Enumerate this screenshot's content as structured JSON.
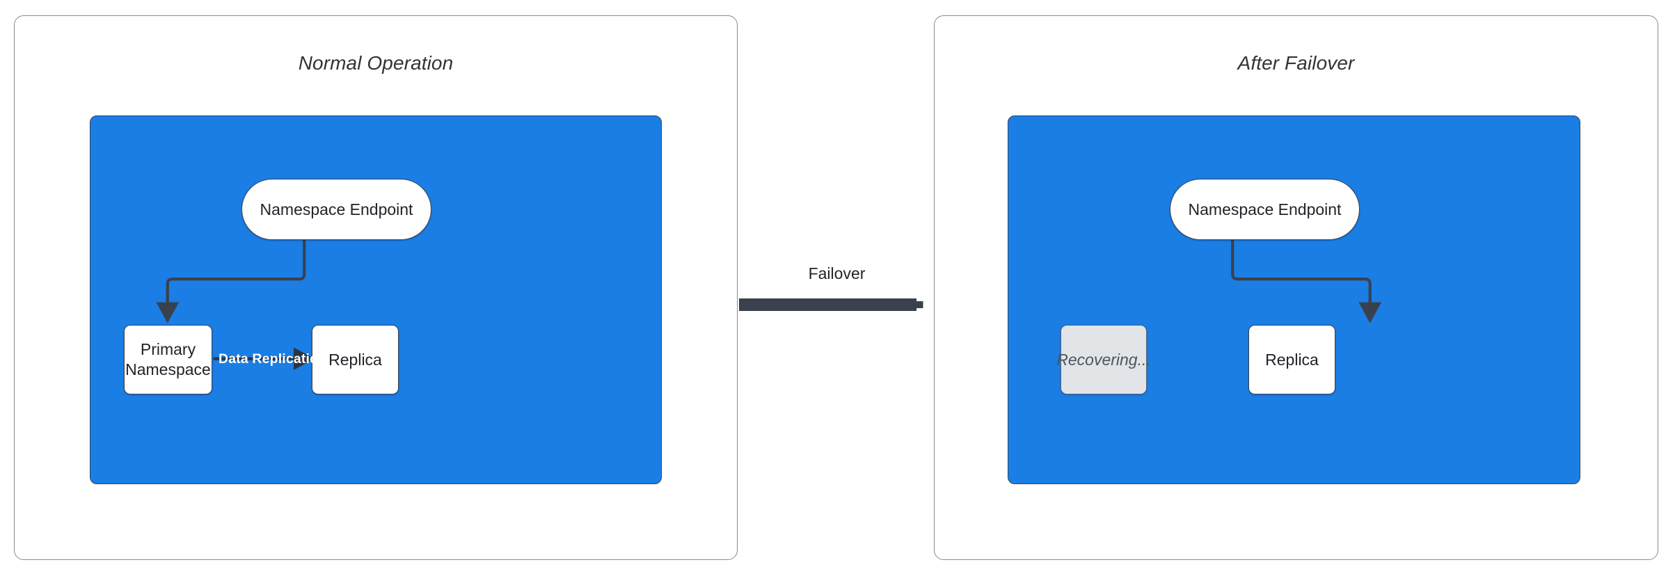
{
  "diagram": {
    "title_normal": "Normal Operation",
    "title_failover": "After Failover",
    "transition_label": "Failover",
    "colors": {
      "zone_blue": "#1a7ee5",
      "node_white": "#ffffff",
      "node_muted": "#e2e5e8",
      "stroke_dark": "#3b4351",
      "arrow_dark": "#39414d",
      "panel_border": "#8a8a8a",
      "title_text": "#333333",
      "replication_label": "#ffffff"
    }
  },
  "panels": [
    {
      "id": "normal-operation",
      "title": "Normal Operation",
      "nodes": [
        {
          "id": "endpoint",
          "label": "Namespace Endpoint",
          "shape": "pill",
          "state": "active"
        },
        {
          "id": "primary",
          "label": "Primary\nNamespace",
          "label_line1": "Primary",
          "label_line2": "Namespace",
          "shape": "box",
          "state": "active"
        },
        {
          "id": "replica",
          "label": "Replica",
          "shape": "box",
          "state": "active"
        }
      ],
      "edges": [
        {
          "id": "endpoint-to-primary",
          "from": "endpoint",
          "to": "primary",
          "label": "",
          "style": "elbow-arrow"
        },
        {
          "id": "primary-to-replica",
          "from": "primary",
          "to": "replica",
          "label": "Data Replication",
          "style": "straight-arrow"
        }
      ]
    },
    {
      "id": "after-failover",
      "title": "After Failover",
      "nodes": [
        {
          "id": "endpoint",
          "label": "Namespace Endpoint",
          "shape": "pill",
          "state": "active"
        },
        {
          "id": "recovering",
          "label": "Recovering...",
          "shape": "box",
          "state": "recovering"
        },
        {
          "id": "replica",
          "label": "Replica",
          "shape": "box",
          "state": "active"
        }
      ],
      "edges": [
        {
          "id": "endpoint-to-replica",
          "from": "endpoint",
          "to": "replica",
          "label": "",
          "style": "elbow-arrow"
        }
      ]
    }
  ],
  "transition": {
    "label": "Failover",
    "from_panel": "normal-operation",
    "to_panel": "after-failover",
    "direction": "right"
  }
}
